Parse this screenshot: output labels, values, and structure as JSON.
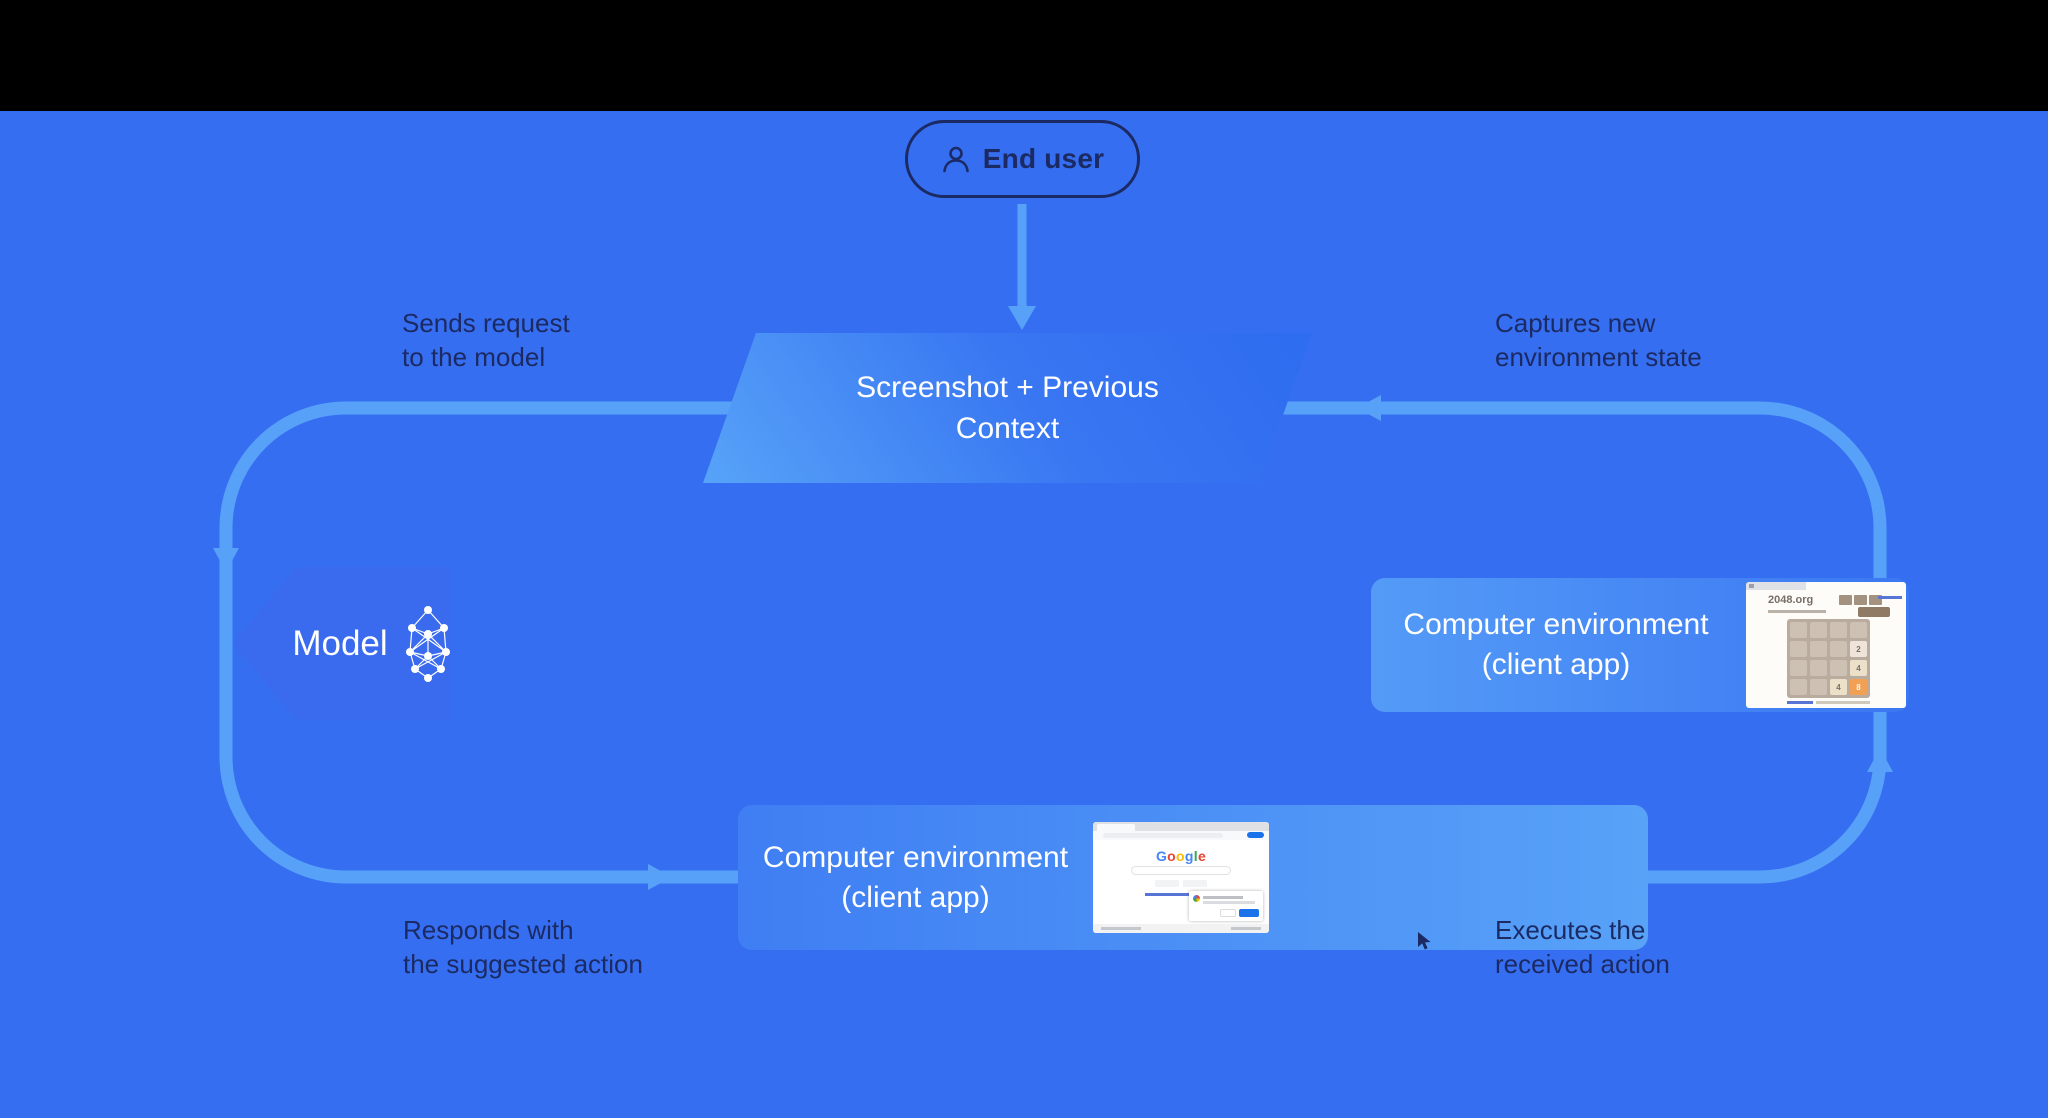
{
  "canvas": {
    "background_color": "#366EF1",
    "top_band_color": "#000000",
    "loop_arrow_color": "#57A2F8",
    "label_text_color": "#1B2A63"
  },
  "user_pill": {
    "label": "End user",
    "icon": "person-icon"
  },
  "context_shape": {
    "line1": "Screenshot + Previous",
    "line2": "Context"
  },
  "model_shape": {
    "label": "Model",
    "icon": "neural-network-icon"
  },
  "env_right": {
    "line1": "Computer environment",
    "line2": "(client app)",
    "screenshot": {
      "site": "2048.org",
      "tiles": [
        "2",
        "4",
        "4",
        "8"
      ]
    }
  },
  "env_bottom": {
    "line1": "Computer environment",
    "line2": "(client app)",
    "screenshot": {
      "site": "Google",
      "logo_colors": [
        "#4285F4",
        "#EA4335",
        "#FBBC05",
        "#4285F4",
        "#34A853",
        "#EA4335"
      ]
    }
  },
  "arrow_labels": {
    "send_request": {
      "line1": "Sends request",
      "line2": "to the model"
    },
    "respond_action": {
      "line1": "Responds with",
      "line2": "the suggested action"
    },
    "execute_action": {
      "line1": "Executes the",
      "line2": "received action",
      "icon": "cursor-click-icon"
    },
    "capture_state": {
      "line1": "Captures new",
      "line2": "environment state"
    }
  }
}
